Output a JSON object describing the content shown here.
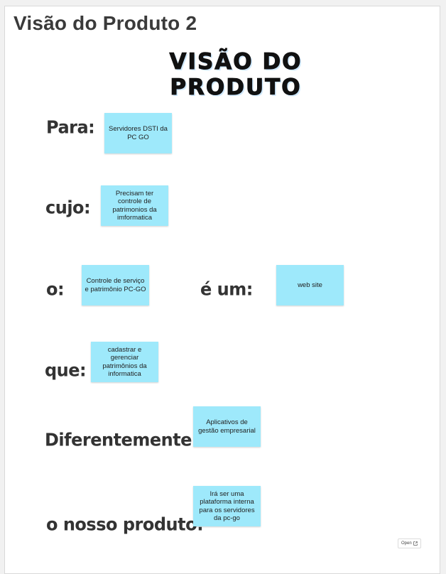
{
  "page": {
    "title": "Visão do Produto 2"
  },
  "board": {
    "title": "VISÃO DO PRODUTO",
    "labels": {
      "para": "Para:",
      "cujo": "cujo:",
      "o": "o:",
      "e_um": "é um:",
      "que": "que:",
      "diferentemente": "Diferentemente da:",
      "nosso_produto": "o nosso produto:"
    },
    "notes": {
      "para": "Servidores DSTI da PC GO",
      "cujo": "Precisam ter controle de patrimonios da imformatica",
      "o": "Controle de serviço e patrimônio PC-GO",
      "e_um": "web site",
      "que": "cadastrar e gerenciar patrimônios da informatica",
      "diferentemente": "Aplicativos de gestão empresarial",
      "nosso_produto": "Irá ser uma plataforma interna para os servidores da pc-go"
    },
    "sticky_color": "#9ee9fb"
  },
  "controls": {
    "open_label": "Open",
    "open_icon": "external-link-icon"
  }
}
